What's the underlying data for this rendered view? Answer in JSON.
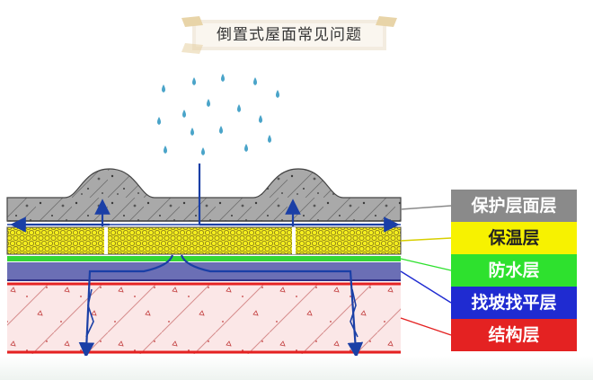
{
  "title": "倒置式屋面常见问题",
  "legend": [
    {
      "label": "保护层面层",
      "color": "#8a8a8a"
    },
    {
      "label": "保温层",
      "color": "#f7f200"
    },
    {
      "label": "防水层",
      "color": "#2ee12e"
    },
    {
      "label": "找坡找平层",
      "color": "#1f2bd1"
    },
    {
      "label": "结构层",
      "color": "#e42222"
    }
  ],
  "colors": {
    "protective_layer": "#a9a9a9",
    "insulation": "#f5ef1e",
    "waterproof": "#35d635",
    "leveling": "#6b6fb5",
    "structure": "#f7dcdc",
    "water_path": "#1a3fa6",
    "raindrop": "#4aa4c9"
  }
}
